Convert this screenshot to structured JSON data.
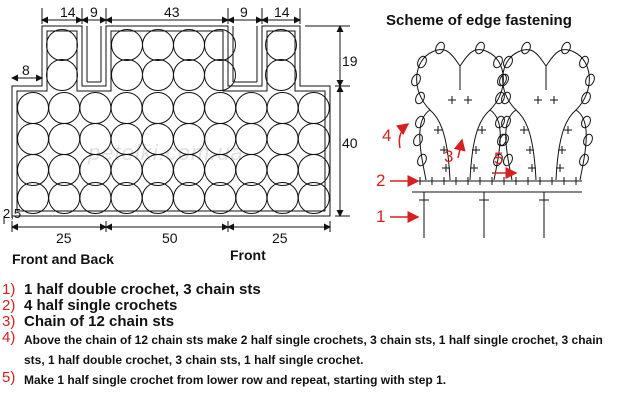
{
  "diagram": {
    "dimensions": {
      "top_left": "14",
      "top_gap_left": "9",
      "top_middle": "43",
      "top_gap_right": "9",
      "top_right": "14",
      "side_step": "8",
      "right_top": "19",
      "right_bottom": "40",
      "bottom_left": "25",
      "bottom_middle": "50",
      "bottom_right": "25",
      "bottom_corner": "2,5"
    },
    "labels": {
      "front_back": "Front and Back",
      "front": "Front",
      "watermark": "petelki.com.ua"
    },
    "scheme": {
      "title": "Scheme of edge fastening",
      "markers": [
        "1",
        "2",
        "3",
        "4",
        "5"
      ]
    }
  },
  "instructions": [
    {
      "num": "1)",
      "text": "1 half double crochet, 3 chain sts"
    },
    {
      "num": "2)",
      "text": "4 half single crochets"
    },
    {
      "num": "3)",
      "text": "Chain of 12 chain sts"
    },
    {
      "num": "4)",
      "text": "Above the chain of 12 chain sts make 2 half single crochets, 3 chain sts, 1 half single crochet, 3 chain sts, 1 half double crochet, 3 chain sts, 1 half single crochet."
    },
    {
      "num": "5)",
      "text": "Make 1 half single crochet from lower row and repeat, starting with step 1."
    }
  ],
  "colors": {
    "accent_red": "#d62020",
    "ink": "#111111"
  }
}
